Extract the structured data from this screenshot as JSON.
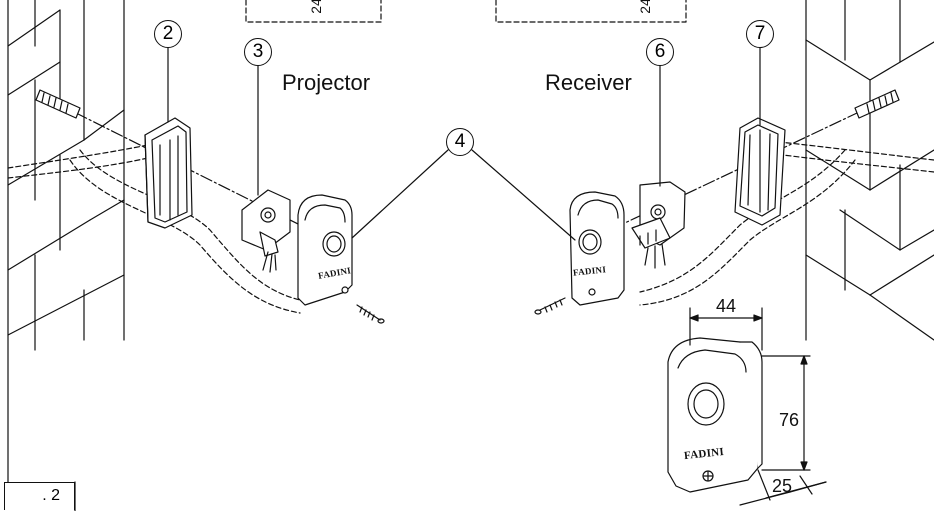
{
  "labels": {
    "projector": "Projector",
    "receiver": "Receiver"
  },
  "callouts": {
    "c2": "2",
    "c3": "3",
    "c4": "4",
    "c6": "6",
    "c7": "7"
  },
  "dimensions": {
    "width": "44",
    "height": "76",
    "depth": "25"
  },
  "figure_label": ". 2",
  "top_boxes": {
    "left_fragment": "24",
    "right_fragment": "24"
  },
  "brand": "FADINI"
}
